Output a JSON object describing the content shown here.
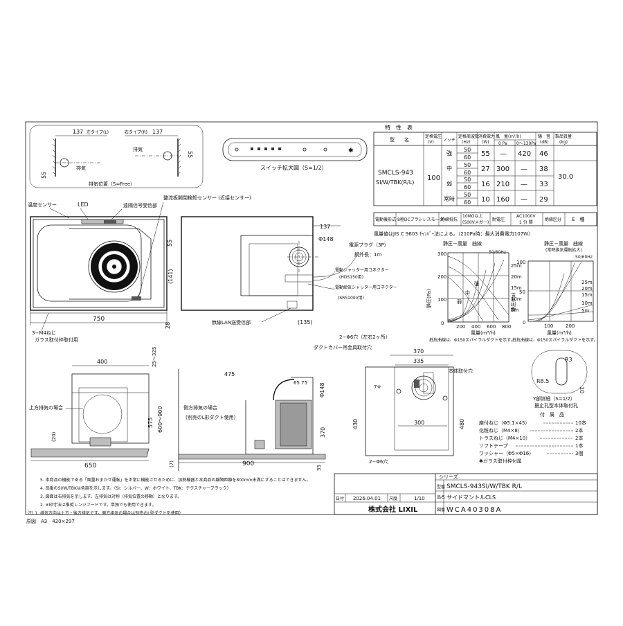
{
  "top_detail": {
    "dim_left": "137",
    "dim_right": "137",
    "left_type": "左タイプ(L)",
    "right_type": "右タイプ(R)",
    "exhaust_left": "排気",
    "exhaust_right": "排気",
    "dim_55_left": "55",
    "dim_55_right": "55",
    "caption": "排気位置（S=Free）"
  },
  "switch_detail": {
    "caption": "スイッチ拡大図（S=1/2）"
  },
  "spec_table": {
    "title": "特　性　表",
    "headers": [
      "型　　名",
      "定格電圧\n(V)",
      "ノッチ",
      "定格周波数\n(Hz)",
      "消費電力\n(W)",
      "風　量(m³/h)",
      "騒　音\n(dB)",
      "製品質量\n(kg)"
    ],
    "subheaders": [
      "0 Pa",
      "0〜130Pa"
    ],
    "model": "SMCLS-943",
    "model_sub": "SI/W/TBK(R/L)",
    "voltage": "100",
    "mass": "30.0",
    "rows": [
      {
        "notch": "強",
        "power": "55",
        "flow0": "—",
        "flowP": "420",
        "noise": "46"
      },
      {
        "notch": "中",
        "power": "27",
        "flow0": "300",
        "flowP": "—",
        "noise": "38"
      },
      {
        "notch": "弱",
        "power": "16",
        "flow0": "210",
        "flowP": "—",
        "noise": "33"
      },
      {
        "notch": "常時",
        "power": "10",
        "flow0": "160",
        "flowP": "—",
        "noise": "29"
      }
    ],
    "hz50": "50",
    "hz60": "60",
    "motor_label": "電動機形式",
    "motor_value": "8極DCブラシレスモーター",
    "insulation_label": "絶縁抵抗",
    "insulation_value": "10MΩ以上\n(500Vメガー)",
    "withstand_label": "耐電圧",
    "withstand_value": "AC1000V\n1 分 間",
    "class_label": "絶縁区分",
    "class_value": "E　種",
    "note1": "風量値はJIS C 9603 ﾁｬﾝﾊﾞｰ法による。（210Pa時：最大消費電力107W）"
  },
  "graph1": {
    "title": "静圧－風量　曲線",
    "hz": "50/60Hz",
    "ylabel": "静圧(Pa)",
    "xlabel": "風量(m³/h)",
    "yticks": [
      "0",
      "100",
      "200",
      "300"
    ],
    "xticks": [
      "200",
      "400",
      "600",
      "800"
    ],
    "right_labels": [
      "25m",
      "20m",
      "15m",
      "10m",
      "5m"
    ],
    "curve_labels": [
      "強",
      "中",
      "弱"
    ],
    "footnote": "抵抗曲線は、Φ150スパイラルダクトを示す。"
  },
  "graph2": {
    "title": "静圧－風量　曲線",
    "subtitle": "(常時換気運転拡大)",
    "hz": "50/60Hz",
    "ylabel": "静圧(Pa)",
    "xlabel": "風量(m³/h)",
    "yticks": [
      "0",
      "50",
      "100"
    ],
    "xticks": [
      "100",
      "200"
    ],
    "right_labels": [
      "25m",
      "20m",
      "15m",
      "10m",
      "5m"
    ],
    "footnote": "抵抗曲線は、Φ150スパイラルダクトを示す。"
  },
  "front_view": {
    "sensor": "温度センサー",
    "led": "LED",
    "receiver": "遠隔信号受信部",
    "pan_sensor": "整流板開閉検知センサー\n(近接センサー)",
    "width": "750",
    "dim28": "28",
    "screw": "3−M4ねじ",
    "glass": "ガラス取付枠取付用"
  },
  "top_view": {
    "dim137": "137",
    "dim55": "55",
    "dim141": "(141)",
    "dia148": "Φ148",
    "plug": "電源プラグ（3P）",
    "cord": "鋼外長：1m",
    "conn1": "電動シャッター用コネクター",
    "conn1b": "(HDS150用)",
    "conn2": "電動給気シャッター用コネクター",
    "conn2b": "(SRS100V用)",
    "lan": "無線LAN送受信部",
    "dim135": "(135)"
  },
  "bottom": {
    "holes_top": "2−Φ6穴（左右2ヶ所）",
    "duct_cover": "ダクトカバー吊金具取付穴",
    "dim370": "370",
    "dim335": "335",
    "body_hole": "本体取付穴",
    "hole7": "7※",
    "dim300": "300",
    "dim430": "430",
    "dim480": "480",
    "holes_bottom": "2−Φ6穴",
    "dim400": "400",
    "dim25325": "25〜325",
    "upper_exhaust": "上方排気の場合",
    "dim20": "(20)",
    "dim575": "575",
    "dim600900": "600〜900",
    "dim650": "650",
    "dim475": "475",
    "dim6575": "65 75",
    "dia148b": "Φ148",
    "side_exhaust": "側方排気の場合",
    "side_note": "(別売のL形ダクト使用)",
    "dim370b": "370",
    "dim900": "900",
    "dim7": "(7)",
    "dim35": "35"
  },
  "detail_y": {
    "r3": "R3",
    "r85": "R8.5",
    "d10": "10",
    "caption": "Y部詳細（S=1/2）",
    "caption2": "据止孔型本体取付孔"
  },
  "accessories": {
    "title": "付　属　品",
    "items": [
      {
        "name": "座付ねじ（Φ5.1×45）",
        "qty": "10本"
      },
      {
        "name": "化粧ねじ（M4×8）",
        "qty": "2本"
      },
      {
        "name": "トラスねじ（M4×10）",
        "qty": "2本"
      },
      {
        "name": "ソフトテープ",
        "qty": "1本"
      },
      {
        "name": "ワッシャー（Φ5×Φ16）",
        "qty": "3個"
      }
    ],
    "note": "✱ガラス取付枠付属"
  },
  "notes": [
    "5. 本商品の機能である「風量おまかせ運転」を正常に機能させるために、加熱機器と本商品の離隔距離を800mm未満にすることはできません。",
    "4. 品番のSI/W/TBKは色調を示します。（SI：シルバー、W：ホワイト、TBK：テクスチャーブラック）",
    "3. 図面は右排気を示します。左排気は対称（排気位置の移動）となります。",
    "2. ※印寸法は推奨レンジフードです。単独でも使用できます。",
    "注) 1. 排気方向は上方・後方排気です。側方排気の場合は別売のL型ダクトを使用）"
  ],
  "paper": "原図　A3　420×297",
  "title_block": {
    "series_label": "シリーズ",
    "model_label": "型番",
    "model": "SMCLS-943SI/W/TBK R/L",
    "name_label": "品名",
    "name": "サイドマントルCLS",
    "date_label": "日付",
    "date": "2026.04.01",
    "scale_label": "尺度",
    "scale": "1/10",
    "company": "株式会社 LIXIL",
    "drawing_label": "図番",
    "drawing": "WCA40308A"
  }
}
